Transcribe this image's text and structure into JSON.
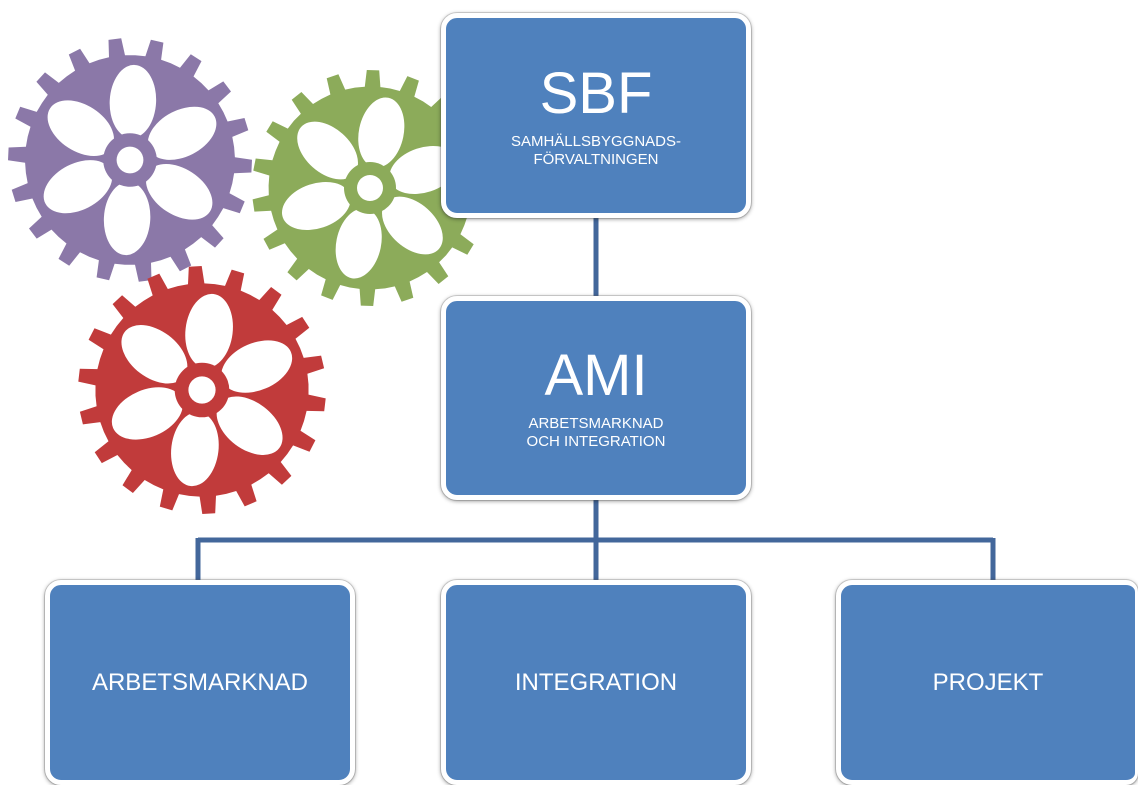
{
  "colors": {
    "box": "#4f81bd",
    "line": "#43679b",
    "gear_purple": "#8b78a8",
    "gear_green": "#8cab5a",
    "gear_red": "#c13b3b"
  },
  "gears": [
    "purple-gear-icon",
    "green-gear-icon",
    "red-gear-icon"
  ],
  "org": {
    "top": {
      "title": "SBF",
      "subtitle_line1": "SAMHÄLLSBYGGNADS-",
      "subtitle_line2": "FÖRVALTNINGEN"
    },
    "mid": {
      "title": "AMI",
      "subtitle_line1": "ARBETSMARKNAD",
      "subtitle_line2": "OCH INTEGRATION"
    },
    "children": [
      {
        "label": "ARBETSMARKNAD"
      },
      {
        "label": "INTEGRATION"
      },
      {
        "label": "PROJEKT"
      }
    ]
  }
}
